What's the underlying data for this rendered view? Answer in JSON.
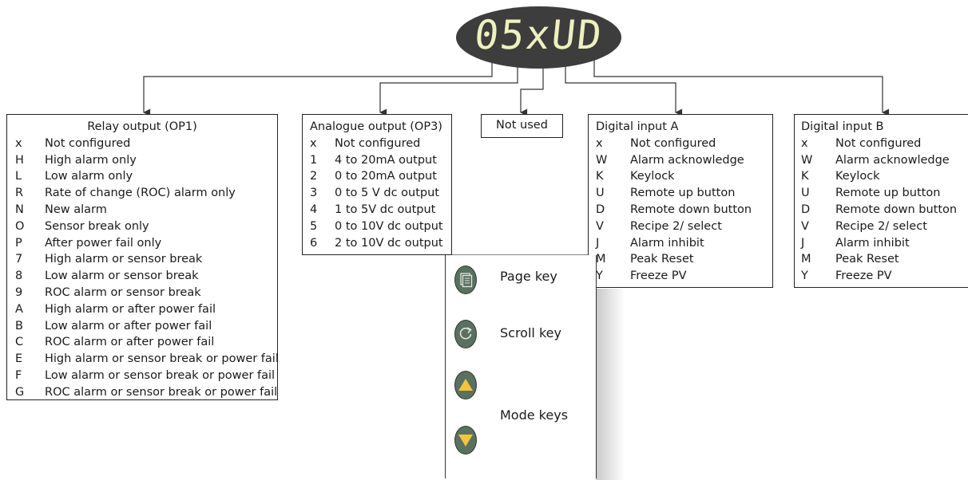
{
  "display": {
    "text": "05xUD"
  },
  "relay_output": {
    "title": "Relay output (OP1)",
    "items": [
      {
        "code": "x",
        "label": "Not configured"
      },
      {
        "code": "H",
        "label": "High alarm only"
      },
      {
        "code": "L",
        "label": "Low alarm only"
      },
      {
        "code": "R",
        "label": "Rate of change (ROC) alarm only"
      },
      {
        "code": "N",
        "label": "New alarm"
      },
      {
        "code": "O",
        "label": "Sensor break only"
      },
      {
        "code": "P",
        "label": "After power fail only"
      },
      {
        "code": "7",
        "label": "High alarm or sensor break"
      },
      {
        "code": "8",
        "label": "Low alarm or sensor break"
      },
      {
        "code": "9",
        "label": "ROC alarm or sensor break"
      },
      {
        "code": "A",
        "label": "High alarm or after power fail"
      },
      {
        "code": "B",
        "label": "Low alarm or after power fail"
      },
      {
        "code": "C",
        "label": "ROC alarm or after power fail"
      },
      {
        "code": "E",
        "label": "High alarm or sensor break or power fail"
      },
      {
        "code": "F",
        "label": "Low alarm or sensor break or power fail"
      },
      {
        "code": "G",
        "label": "ROC alarm or sensor break or power fail"
      }
    ]
  },
  "analogue_output": {
    "title": "Analogue output (OP3)",
    "items": [
      {
        "code": "x",
        "label": "Not configured"
      },
      {
        "code": "1",
        "label": "4 to 20mA output"
      },
      {
        "code": "2",
        "label": "0 to 20mA output"
      },
      {
        "code": "3",
        "label": "0 to 5 V dc output"
      },
      {
        "code": "4",
        "label": "1 to 5V dc output"
      },
      {
        "code": "5",
        "label": "0 to 10V dc output"
      },
      {
        "code": "6",
        "label": "2 to 10V dc output"
      }
    ]
  },
  "not_used": {
    "label": "Not used"
  },
  "digital_input_a": {
    "title": "Digital input A",
    "items": [
      {
        "code": "x",
        "label": "Not configured"
      },
      {
        "code": "W",
        "label": "Alarm acknowledge"
      },
      {
        "code": "K",
        "label": "Keylock"
      },
      {
        "code": "U",
        "label": "Remote up button"
      },
      {
        "code": "D",
        "label": "Remote down button"
      },
      {
        "code": "V",
        "label": "Recipe 2/ select"
      },
      {
        "code": "J",
        "label": "Alarm inhibit"
      },
      {
        "code": "M",
        "label": "Peak Reset"
      },
      {
        "code": "Y",
        "label": "Freeze PV"
      }
    ]
  },
  "digital_input_b": {
    "title": "Digital input B",
    "items": [
      {
        "code": "x",
        "label": "Not configured"
      },
      {
        "code": "W",
        "label": "Alarm acknowledge"
      },
      {
        "code": "K",
        "label": "Keylock"
      },
      {
        "code": "U",
        "label": "Remote up button"
      },
      {
        "code": "D",
        "label": "Remote down button"
      },
      {
        "code": "V",
        "label": "Recipe 2/ select"
      },
      {
        "code": "J",
        "label": "Alarm inhibit"
      },
      {
        "code": "M",
        "label": "Peak Reset"
      },
      {
        "code": "Y",
        "label": "Freeze PV"
      }
    ]
  },
  "keys": {
    "page_key": "Page key",
    "scroll_key": "Scroll key",
    "mode_keys": "Mode keys",
    "page_icon": "page-icon",
    "scroll_icon": "scroll-icon",
    "up_icon": "up-arrow-icon",
    "down_icon": "down-arrow-icon"
  },
  "colors": {
    "display_bg": "#3d3d3d",
    "display_text": "#eef0bf",
    "key_green": "#5a7060",
    "arrow_yellow": "#f3c53a"
  }
}
